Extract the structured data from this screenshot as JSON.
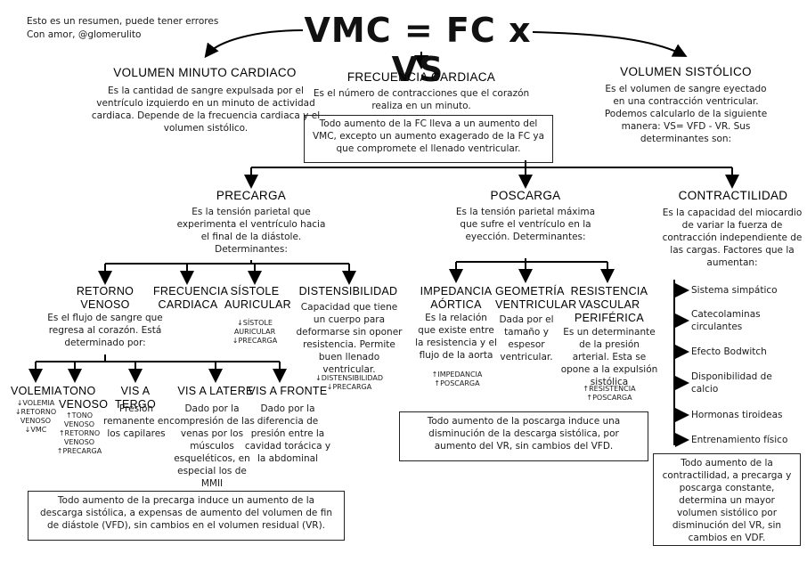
{
  "credits": {
    "line1": "Esto es un resumen, puede tener errores",
    "line2": "Con amor, @glomerulito"
  },
  "title": "VMC = FC x VS",
  "vmc": {
    "heading": "VOLUMEN MINUTO CARDIACO",
    "text": "Es la cantidad de sangre expulsada por el ventrículo izquierdo en un minuto de actividad cardiaca. Depende de la frecuencia cardiaca y el volumen sistólico."
  },
  "fc": {
    "heading": "FRECUENCIA CARDIACA",
    "text": "Es el número de contracciones que el corazón realiza en un minuto.",
    "box": "Todo aumento de la FC lleva a un aumento del VMC, excepto un aumento exagerado de la FC ya que compromete el llenado ventricular."
  },
  "vs": {
    "heading": "VOLUMEN SISTÓLICO",
    "text": "Es el volumen de sangre eyectado en una contracción ventricular. Podemos calcularlo de la siguiente manera: VS= VFD - VR. Sus determinantes son:"
  },
  "precarga": {
    "heading": "PRECARGA",
    "text": "Es la tensión parietal que experimenta el ventrículo hacia el final de la diástole. Determinantes:",
    "retorno": {
      "heading": "RETORNO VENOSO",
      "text": "Es el flujo de sangre que regresa al corazón. Está determinado por:"
    },
    "frecuencia": {
      "heading": "FRECUENCIA CARDIACA"
    },
    "sistole": {
      "heading": "SÍSTOLE AURICULAR",
      "sub": "↓SÍSTOLE AURICULAR ↓PRECARGA"
    },
    "distensibilidad": {
      "heading": "DISTENSIBILIDAD",
      "text": "Capacidad que tiene un cuerpo para deformarse sin oponer resistencia. Permite buen llenado ventricular.",
      "sub": "↓DISTENSIBILIDAD ↓PRECARGA"
    },
    "volemia": {
      "heading": "VOLEMIA",
      "sub": "↓VOLEMIA ↓RETORNO VENOSO ↓VMC"
    },
    "tono": {
      "heading": "TONO VENOSO",
      "sub": "↑TONO VENOSO ↑RETORNO VENOSO ↑PRECARGA"
    },
    "vis_tergo": {
      "heading": "VIS A TERGO",
      "text": "Presión remanente en los capilares"
    },
    "vis_latere": {
      "heading": "VIS A LATERE",
      "text": "Dado por la compresión de las venas por los músculos esqueléticos, en especial los de MMII"
    },
    "vis_fronte": {
      "heading": "VIS A FRONTE",
      "text": "Dado por la diferencia de presión entre la cavidad torácica y la abdominal"
    },
    "box": "Todo aumento de la precarga induce un aumento de la descarga sistólica, a expensas de aumento del volumen de fin de diástole (VFD), sin cambios en el volumen residual (VR)."
  },
  "poscarga": {
    "heading": "POSCARGA",
    "text": "Es la tensión parietal máxima que sufre el ventrículo en la eyección. Determinantes:",
    "impedancia": {
      "heading": "IMPEDANCIA AÓRTICA",
      "text": "Es la relación que existe entre la resistencia y el flujo de la aorta",
      "sub": "↑IMPEDANCIA ↑POSCARGA"
    },
    "geometria": {
      "heading": "GEOMETRÍA VENTRICULAR",
      "text": "Dada por el tamaño y espesor ventricular."
    },
    "resistencia": {
      "heading": "RESISTENCIA VASCULAR PERIFÉRICA",
      "text": "Es un determinante de la presión arterial. Esta se opone a la expulsión sistólica",
      "sub": "↑RESISTENCIA ↑POSCARGA"
    },
    "box": "Todo aumento de la poscarga induce una disminución de la descarga sistólica, por aumento del VR, sin cambios del VFD."
  },
  "contractilidad": {
    "heading": "CONTRACTILIDAD",
    "text": "Es la capacidad del miocardio de variar la fuerza de contracción independiente de las cargas. Factores que la aumentan:",
    "factors": [
      "Sistema simpático",
      "Catecolaminas circulantes",
      "Efecto Bodwitch",
      "Disponibilidad de calcio",
      "Hormonas tiroideas",
      "Entrenamiento físico"
    ],
    "box": "Todo aumento de la contractilidad, a precarga y poscarga constante, determina un mayor volumen sistólico por disminución del VR, sin cambios en VDF."
  }
}
